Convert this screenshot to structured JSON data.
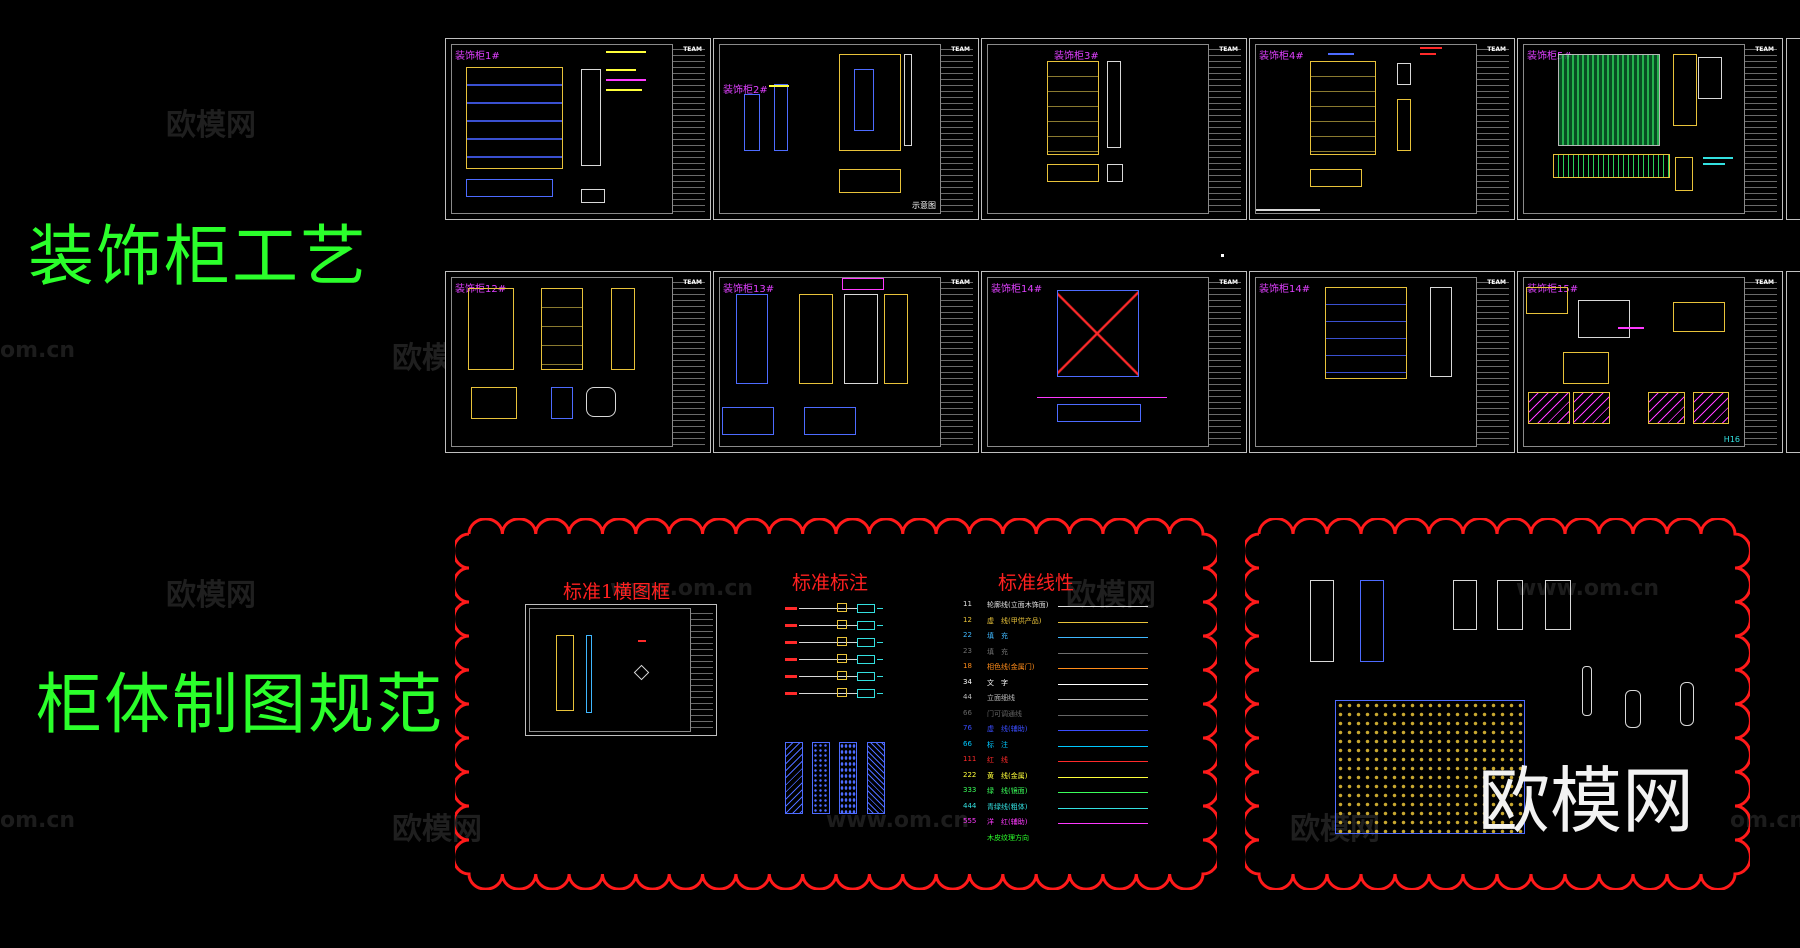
{
  "titles": {
    "process": "装饰柜工艺",
    "standards": "柜体制图规范"
  },
  "sheets_row1": [
    {
      "label": "装饰柜1#",
      "logo": "TEAM"
    },
    {
      "label": "装饰柜2#",
      "logo": "TEAM",
      "note": "示意图"
    },
    {
      "label": "装饰柜3#",
      "logo": "TEAM"
    },
    {
      "label": "装饰柜4#",
      "logo": "TEAM"
    },
    {
      "label": "装饰柜5#",
      "logo": "TEAM"
    }
  ],
  "sheets_row2": [
    {
      "label": "装饰柜12#",
      "logo": "TEAM"
    },
    {
      "label": "装饰柜13#",
      "logo": "TEAM"
    },
    {
      "label": "装饰柜14#",
      "logo": "TEAM"
    },
    {
      "label": "装饰柜14#",
      "logo": "TEAM"
    },
    {
      "label": "装饰柜15#",
      "logo": "TEAM",
      "note": "H16"
    }
  ],
  "standards_panel": {
    "frame_title": "标准1横图框",
    "dim_title": "标准标注",
    "line_title": "标准线性",
    "line_legend": [
      {
        "code": "11",
        "name": "轮廓线(立面木饰面)",
        "color": "#e0e0e0"
      },
      {
        "code": "12",
        "name": "虚　线(甲供产品)",
        "color": "#e8c23a"
      },
      {
        "code": "22",
        "name": "填　充",
        "color": "#3fb8ff"
      },
      {
        "code": "23",
        "name": "填　充",
        "color": "#707070"
      },
      {
        "code": "18",
        "name": "相色线(金属门)",
        "color": "#ff8c1a"
      },
      {
        "code": "34",
        "name": "文　字",
        "color": "#ffffff"
      },
      {
        "code": "44",
        "name": "立面细线",
        "color": "#bdbdbd"
      },
      {
        "code": "66",
        "name": "门可调通线",
        "color": "#666666"
      },
      {
        "code": "76",
        "name": "虚　线(辅助)",
        "color": "#3a4dff"
      },
      {
        "code": "66",
        "name": "标　注",
        "color": "#00c8ff"
      },
      {
        "code": "111",
        "name": "红　线",
        "color": "#ff2a2a"
      },
      {
        "code": "222",
        "name": "黄　线(金属)",
        "color": "#ffff3a"
      },
      {
        "code": "333",
        "name": "绿　线(镜面)",
        "color": "#3aff5a"
      },
      {
        "code": "444",
        "name": "青绿线(粗体)",
        "color": "#33e0e0"
      },
      {
        "code": "555",
        "name": "洋　红(辅助)",
        "color": "#ff3aff"
      },
      {
        "code": "",
        "name": "木皮纹理方向",
        "color": "#2bff2b"
      }
    ]
  },
  "watermarks": {
    "brand": "欧模网",
    "site": "www.om.cn",
    "domain": "om.cn",
    "big": "欧模网"
  }
}
